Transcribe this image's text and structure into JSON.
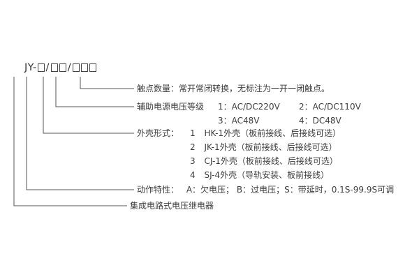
{
  "model": {
    "prefix": "JY-",
    "sep": "/"
  },
  "rows": {
    "contact": {
      "text": "触点数量：常开常闭转换，无标注为一开一闭触点。"
    },
    "aux": {
      "title": "辅助电源电压等级",
      "opt1": "1：AC/DC220V",
      "opt2": "2：AC/DC110V",
      "opt3": "3：AC48V",
      "opt4": "4：DC48V"
    },
    "case": {
      "title": "外壳形式：",
      "options": [
        {
          "num": "1",
          "desc": "HK-1外壳（板前接线、后接线可选）"
        },
        {
          "num": "2",
          "desc": "JK-1外壳（板前接线、后接线可选）"
        },
        {
          "num": "3",
          "desc": "CJ-1外壳（板前接线、后接线可选）"
        },
        {
          "num": "4",
          "desc": "SJ-4外壳（导轨安装、板前接线）"
        }
      ]
    },
    "action": {
      "title": "动作特性：",
      "text": "A：欠电压；  B：过电压；S：带延时，0.1S-99.9S可调"
    },
    "product": {
      "text": "集成电路式电压继电器"
    }
  },
  "colors": {
    "text": "#3d3d3d",
    "line": "#555555",
    "background": "#ffffff"
  }
}
